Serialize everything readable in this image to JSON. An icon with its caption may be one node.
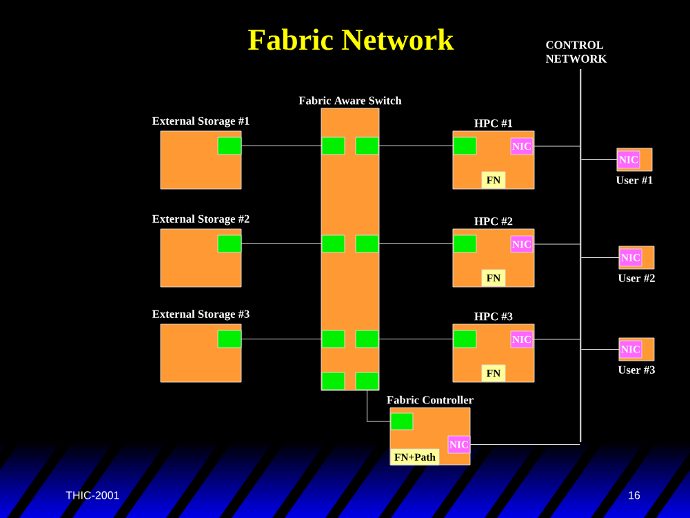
{
  "diagram": {
    "title": "Fabric Network",
    "nodes": [
      {
        "text": [
          "Fabric Aware Switch"
        ]
      },
      {
        "text": [],
        "shape": "box",
        "in": 0
      },
      {
        "text": [],
        "shape": "box",
        "in": 0
      },
      {
        "text": [],
        "shape": "box",
        "in": 0
      },
      {
        "text": [],
        "shape": "box",
        "in": 0
      },
      {
        "text": [],
        "shape": "box",
        "in": 0
      },
      {
        "text": [],
        "shape": "box",
        "in": 0
      },
      {
        "text": [],
        "shape": "box",
        "in": 0
      },
      {
        "text": [],
        "shape": "box",
        "in": 0
      },
      {
        "text": [],
        "shape": "bar",
        "beside": [
          "CONTROL NETWORK"
        ]
      },
      {
        "text": [
          "External Storage #1"
        ]
      },
      {
        "text": [],
        "shape": "box",
        "in": 10
      },
      {
        "text": [
          "HPC #1"
        ]
      },
      {
        "text": [],
        "shape": "box",
        "in": 12
      },
      {
        "text": [
          "NIC"
        ],
        "in": 12
      },
      {
        "text": [
          "FN"
        ],
        "in": 12
      },
      {
        "text": [
          "User #1"
        ]
      },
      {
        "text": [
          "NIC"
        ],
        "in": 16
      },
      {
        "text": [
          "External Storage #2"
        ]
      },
      {
        "text": [],
        "shape": "box",
        "in": 18
      },
      {
        "text": [
          "HPC #2"
        ]
      },
      {
        "text": [],
        "shape": "box",
        "in": 20
      },
      {
        "text": [
          "NIC"
        ],
        "in": 20
      },
      {
        "text": [
          "FN"
        ],
        "in": 20
      },
      {
        "text": [
          "User #2"
        ]
      },
      {
        "text": [
          "NIC"
        ],
        "in": 24
      },
      {
        "text": [
          "External Storage #3"
        ]
      },
      {
        "text": [],
        "shape": "box",
        "in": 26
      },
      {
        "text": [
          "HPC #3"
        ]
      },
      {
        "text": [],
        "shape": "box",
        "in": 28
      },
      {
        "text": [
          "NIC"
        ],
        "in": 28
      },
      {
        "text": [
          "FN"
        ],
        "in": 28
      },
      {
        "text": [
          "User #3"
        ]
      },
      {
        "text": [
          "NIC"
        ],
        "in": 32
      },
      {
        "text": [
          "Fabric Controller"
        ]
      },
      {
        "text": [],
        "shape": "box",
        "in": 34
      },
      {
        "text": [
          "NIC"
        ],
        "in": 34
      },
      {
        "text": [
          "FN+Path"
        ],
        "in": 34
      }
    ],
    "edges": [
      {
        "from": 11,
        "to": 1,
        "arrow": "none"
      },
      {
        "from": 2,
        "to": 13,
        "arrow": "none"
      },
      {
        "from": 14,
        "to": 9,
        "arrow": "none"
      },
      {
        "from": 9,
        "to": 17,
        "arrow": "none"
      },
      {
        "from": 19,
        "to": 3,
        "arrow": "none"
      },
      {
        "from": 4,
        "to": 21,
        "arrow": "none"
      },
      {
        "from": 22,
        "to": 9,
        "arrow": "none"
      },
      {
        "from": 9,
        "to": 25,
        "arrow": "none"
      },
      {
        "from": 27,
        "to": 5,
        "arrow": "none"
      },
      {
        "from": 6,
        "to": 29,
        "arrow": "none"
      },
      {
        "from": 30,
        "to": 9,
        "arrow": "none"
      },
      {
        "from": 9,
        "to": 33,
        "arrow": "none"
      },
      {
        "from": 8,
        "to": 35,
        "arrow": "none"
      },
      {
        "from": 36,
        "to": 9,
        "arrow": "none"
      }
    ],
    "labels": [
      "THIC-2001",
      "16"
    ]
  }
}
